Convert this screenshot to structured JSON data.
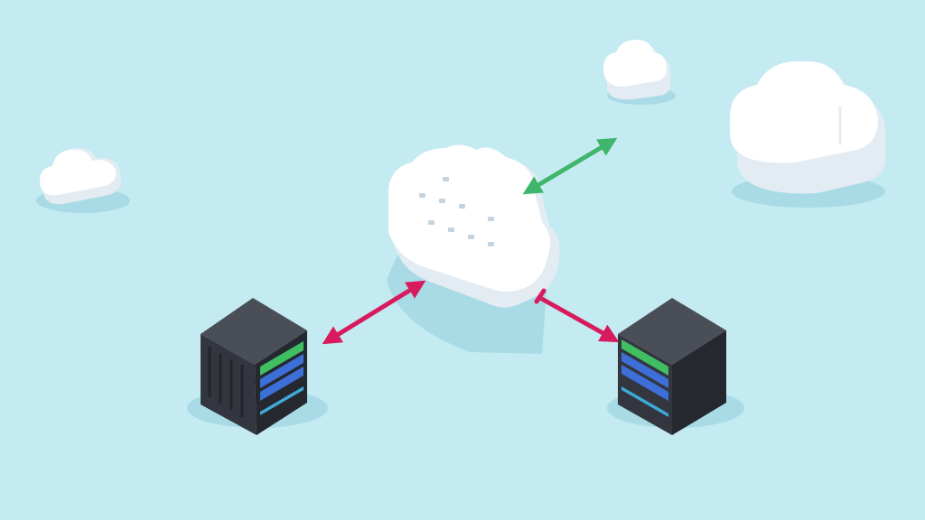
{
  "scene": {
    "background": "#c4ebf1",
    "shadow_color": "#a9dbe6",
    "cloud_face": "#ffffff",
    "cloud_side": "#e4ecf3",
    "cloud_detail": "#c5d3df",
    "server_top": "#4a4e57",
    "server_left": "#33363e",
    "server_right": "#25282f",
    "slot_green": "#3fbf62",
    "slot_blue": "#3c6fd8",
    "slot_cyan": "#3fa9d8",
    "arrow_colors": {
      "pink": "#d81a5e",
      "green": "#3fb66b"
    },
    "objects": [
      {
        "type": "cloud",
        "name": "central-cloud",
        "label": "central cloud"
      },
      {
        "type": "cloud",
        "name": "small-cloud-left"
      },
      {
        "type": "cloud",
        "name": "small-cloud-top"
      },
      {
        "type": "cloud",
        "name": "large-cloud-right"
      },
      {
        "type": "server",
        "name": "server-left",
        "icon": "server-rack-icon"
      },
      {
        "type": "server",
        "name": "server-right",
        "icon": "server-rack-icon"
      },
      {
        "type": "arrow",
        "name": "arrow-server-left-to-cloud",
        "style": "double-headed",
        "color": "pink"
      },
      {
        "type": "arrow",
        "name": "arrow-cloud-to-server-right",
        "style": "single-headed",
        "color": "pink"
      },
      {
        "type": "arrow",
        "name": "arrow-cloud-to-sky",
        "style": "double-headed",
        "color": "green"
      }
    ]
  }
}
